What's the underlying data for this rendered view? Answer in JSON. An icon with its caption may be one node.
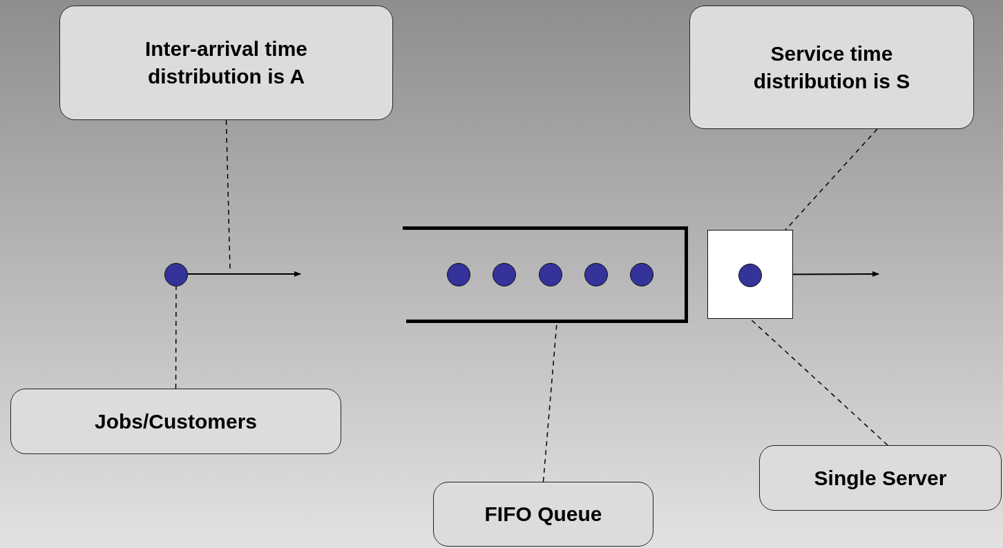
{
  "diagram": {
    "nodes": [
      {
        "text": [
          "Inter-arrival time distribution is A"
        ]
      },
      {
        "text": [
          "Service time distribution is S"
        ]
      },
      {
        "text": [],
        "shape": "circle"
      },
      {
        "text": [],
        "shape": "box"
      },
      {
        "text": [],
        "shape": "circle",
        "in": 3
      },
      {
        "text": [],
        "shape": "circle",
        "in": 3
      },
      {
        "text": [],
        "shape": "circle",
        "in": 3
      },
      {
        "text": [],
        "shape": "circle",
        "in": 3
      },
      {
        "text": [],
        "shape": "circle",
        "in": 3
      },
      {
        "text": [],
        "shape": "box"
      },
      {
        "text": [],
        "shape": "circle",
        "in": 9
      },
      {
        "text": [
          "Jobs/Customers"
        ]
      },
      {
        "text": [
          "FIFO Queue"
        ]
      },
      {
        "text": [
          "Single Server"
        ]
      }
    ],
    "edges": [
      {
        "from": 2,
        "to": null,
        "arrow": "to"
      },
      {
        "from": 0,
        "to": null,
        "arrow": "none",
        "style": "dashed"
      },
      {
        "from": 11,
        "to": 2,
        "arrow": "none",
        "style": "dashed"
      },
      {
        "from": 12,
        "to": 3,
        "arrow": "none",
        "style": "dashed"
      },
      {
        "from": 1,
        "to": 10,
        "arrow": "none",
        "style": "dashed"
      },
      {
        "from": 13,
        "to": 9,
        "arrow": "none",
        "style": "dashed"
      },
      {
        "from": 9,
        "to": null,
        "arrow": "to"
      }
    ]
  }
}
